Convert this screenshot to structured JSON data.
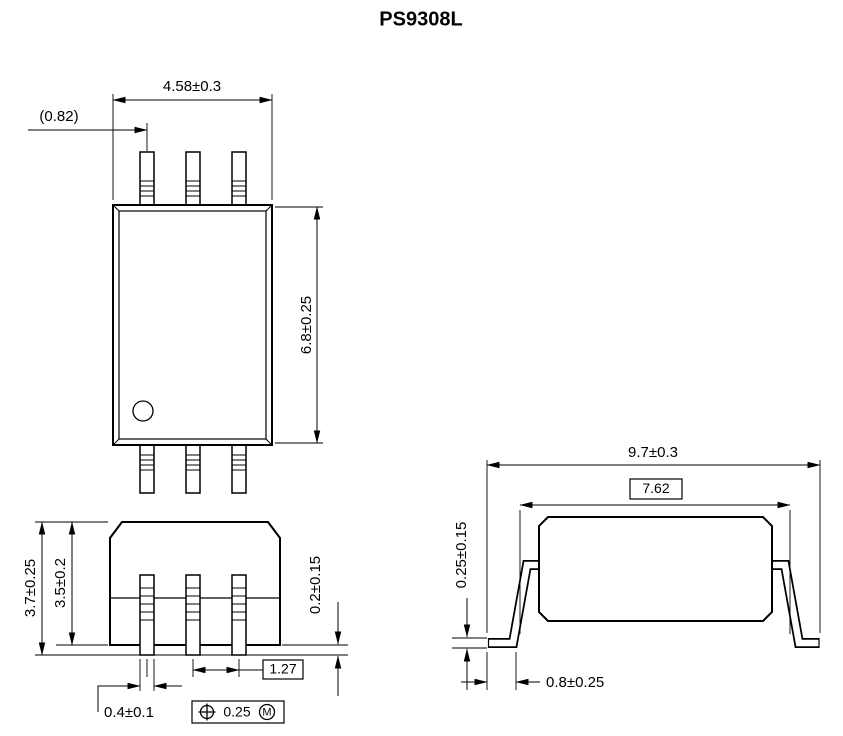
{
  "title": "PS9308L",
  "colors": {
    "ink": "#000000",
    "background": "#ffffff"
  },
  "top_view": {
    "dim_width": "4.58±0.3",
    "dim_pin_offset": "(0.82)",
    "dim_length": "6.8±0.25"
  },
  "front_view": {
    "dim_total_height": "3.7±0.25",
    "dim_body_height": "3.5±0.2",
    "dim_standoff": "0.2±0.15",
    "dim_pin_pitch": "1.27",
    "dim_lead_width": "0.4±0.1",
    "geometric_tolerance": {
      "position_icon": "position-tolerance-icon",
      "value": "0.25",
      "modifier": "M",
      "modifier_icon": "circled-m-icon"
    }
  },
  "side_view": {
    "dim_overall_length": "9.7±0.3",
    "dim_lead_span": "7.62",
    "dim_lead_thickness": "0.25±0.15",
    "dim_foot_length": "0.8±0.25"
  }
}
